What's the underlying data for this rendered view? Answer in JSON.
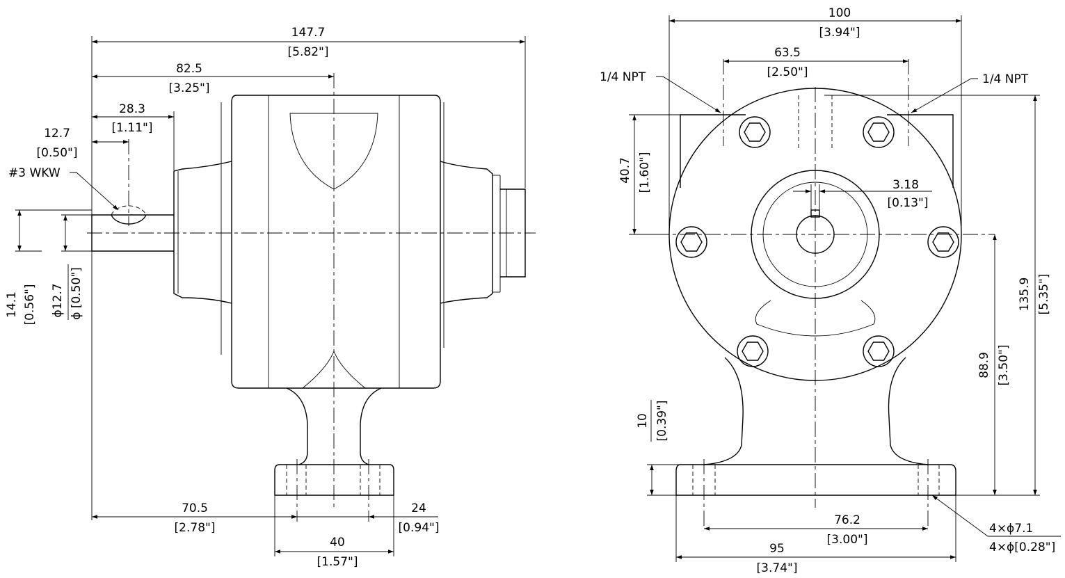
{
  "side_view": {
    "overall_length": {
      "mm": "147.7",
      "in": "[5.82\"]"
    },
    "to_center": {
      "mm": "82.5",
      "in": "[3.25\"]"
    },
    "shaft_length": {
      "mm": "28.3",
      "in": "[1.11\"]"
    },
    "key_position": {
      "mm": "12.7",
      "in": "[0.50\"]"
    },
    "key_label": "#3 WKW",
    "shaft_height": {
      "mm": "14.1",
      "in": "[0.56\"]"
    },
    "shaft_diameter": {
      "mm": "ϕ12.7",
      "in": "ϕ [0.50\"]"
    },
    "base_offset": {
      "mm": "70.5",
      "in": "[2.78\"]"
    },
    "hole_spacing": {
      "mm": "24",
      "in": "[0.94\"]"
    },
    "base_width": {
      "mm": "40",
      "in": "[1.57\"]"
    }
  },
  "front_view": {
    "flange_width": {
      "mm": "100",
      "in": "[3.94\"]"
    },
    "port_spacing": {
      "mm": "63.5",
      "in": "[2.50\"]"
    },
    "port_left": "1/4 NPT",
    "port_right": "1/4 NPT",
    "port_height": {
      "mm": "40.7",
      "in": "[1.60\"]"
    },
    "keyway_width": {
      "mm": "3.18",
      "in": "[0.13\"]"
    },
    "overall_height": {
      "mm": "135.9",
      "in": "[5.35\"]"
    },
    "center_height": {
      "mm": "88.9",
      "in": "[3.50\"]"
    },
    "base_thickness": {
      "mm": "10",
      "in": "[0.39\"]"
    },
    "hole_spacing": {
      "mm": "76.2",
      "in": "[3.00\"]"
    },
    "base_length": {
      "mm": "95",
      "in": "[3.74\"]"
    },
    "holes": {
      "mm": "4×ϕ7.1",
      "in": "4×ϕ[0.28\"]"
    }
  }
}
